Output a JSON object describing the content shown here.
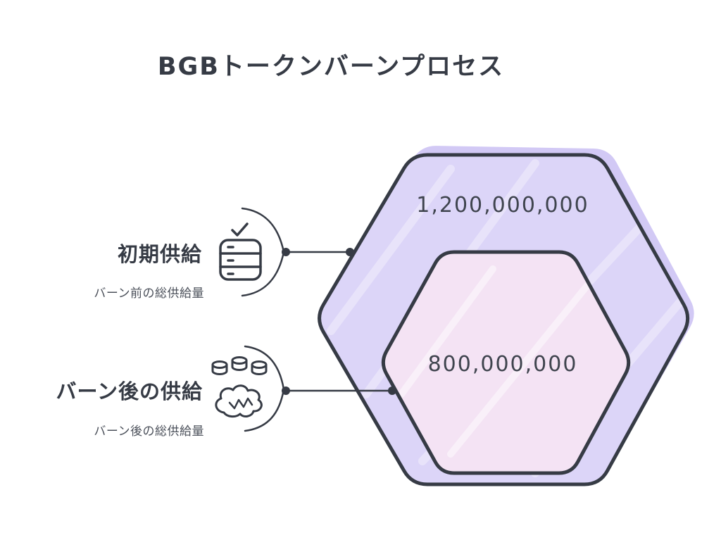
{
  "title": "BGBトークンバーンプロセス",
  "colors": {
    "stroke": "#363b45",
    "outer_hexagon_fill": "#dcd5f8",
    "outer_hexagon_shadow": "#d2c9f5",
    "inner_hexagon_fill": "#f4e3f4",
    "background": "#ffffff"
  },
  "hexagons": {
    "outer": {
      "label": "1,200,000,000"
    },
    "inner": {
      "label": "800,000,000"
    }
  },
  "callouts": [
    {
      "title": "初期供給",
      "subtitle": "バーン前の総供給量",
      "icon": "database-check-icon"
    },
    {
      "title": "バーン後の供給",
      "subtitle": "バーン後の総供給量",
      "icon": "coins-burn-icon"
    }
  ]
}
